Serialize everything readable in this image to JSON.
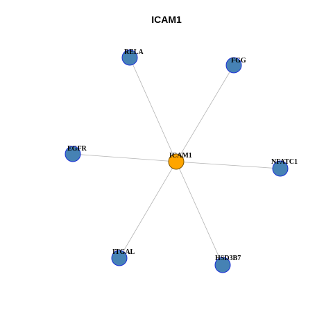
{
  "title": "ICAM1",
  "colors": {
    "center_fill": "#FFA500",
    "center_stroke": "#7a5200",
    "neighbor_fill": "#4682B4",
    "neighbor_stroke": "#1a2fd6",
    "edge": "#b3b3b3"
  },
  "network": {
    "center": "ICAM1",
    "neighbors": [
      "RELA",
      "FGG",
      "EGFR",
      "NFATC1",
      "ITGAL",
      "HSD3B7"
    ]
  }
}
